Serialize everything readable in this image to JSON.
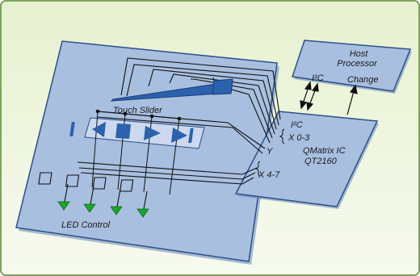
{
  "colors": {
    "frame_border": "#7fa35a",
    "background_top": "#e6f1cf",
    "background_bottom": "#f7faef",
    "board_fill": "#a9bfe0",
    "board_edge": "#2b4f88",
    "board_shadow": "#6f8fbd",
    "chip_fill": "#a9bfe0",
    "chip_edge": "#2b4f88",
    "wire": "#111111",
    "slider_fill": "#2b61ad",
    "button_fill": "#2b61ad",
    "led_fill": "#1aa62c"
  },
  "labels": {
    "host_processor_line1": "Host",
    "host_processor_line2": "Processor",
    "host_i2c": "I²C",
    "host_change": "Change",
    "chip_i2c": "I²C",
    "chip_x03": "X 0-3",
    "chip_y": "Y",
    "chip_name_line1": "QMatrix IC",
    "chip_name_line2": "QT2160",
    "chip_x47": "X 4-7",
    "touch_slider": "Touch Slider",
    "led_control": "LED Control"
  },
  "icons": {
    "button_1": "skip-back-icon",
    "button_2": "stop-icon",
    "button_3": "play-icon",
    "button_4": "skip-forward-icon",
    "leds": "led-icon"
  }
}
